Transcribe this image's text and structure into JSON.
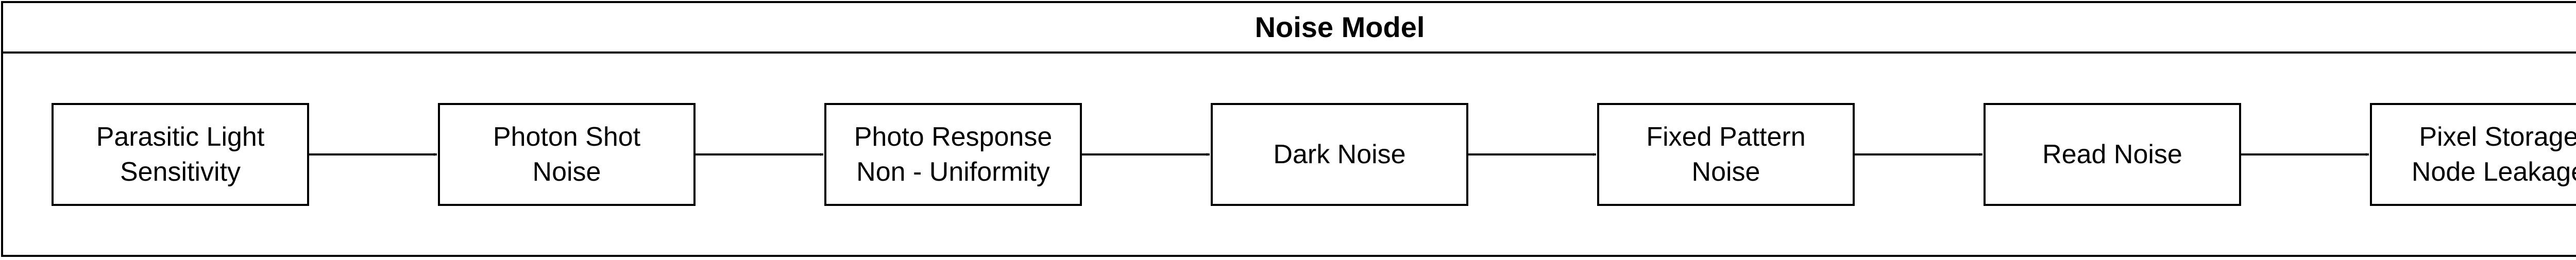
{
  "diagram": {
    "title": "Noise Model",
    "nodes": [
      {
        "id": "parasitic-light-sensitivity",
        "lines": [
          "Parasitic Light",
          "Sensitivity"
        ]
      },
      {
        "id": "photon-shot-noise",
        "lines": [
          "Photon Shot",
          "Noise"
        ]
      },
      {
        "id": "photo-response-non-uniformity",
        "lines": [
          "Photo Response",
          "Non - Uniformity"
        ]
      },
      {
        "id": "dark-noise",
        "lines": [
          "Dark Noise"
        ]
      },
      {
        "id": "fixed-pattern-noise",
        "lines": [
          "Fixed Pattern",
          "Noise"
        ]
      },
      {
        "id": "read-noise",
        "lines": [
          "Read Noise"
        ]
      },
      {
        "id": "pixel-storage-node-leakage",
        "lines": [
          "Pixel Storage",
          "Node Leakage"
        ]
      }
    ],
    "edges": [
      {
        "from": "parasitic-light-sensitivity",
        "to": "photon-shot-noise"
      },
      {
        "from": "photon-shot-noise",
        "to": "photo-response-non-uniformity"
      },
      {
        "from": "photo-response-non-uniformity",
        "to": "dark-noise"
      },
      {
        "from": "dark-noise",
        "to": "fixed-pattern-noise"
      },
      {
        "from": "fixed-pattern-noise",
        "to": "read-noise"
      },
      {
        "from": "read-noise",
        "to": "pixel-storage-node-leakage"
      }
    ]
  }
}
